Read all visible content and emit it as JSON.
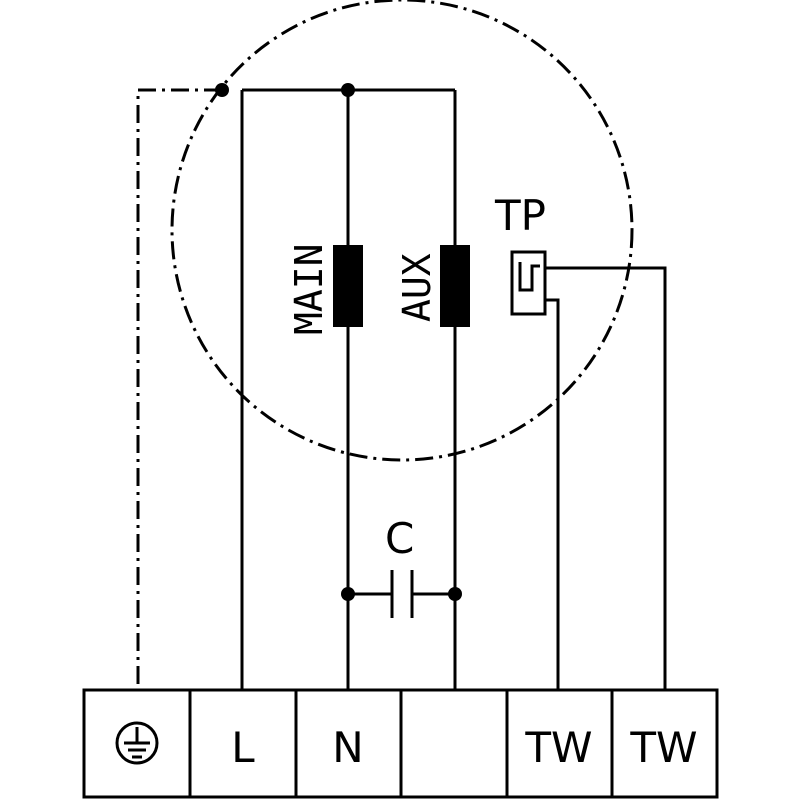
{
  "diagram": {
    "labels": {
      "main": "MAIN",
      "aux": "AUX",
      "thermal_protector": "TP",
      "capacitor": "C"
    },
    "terminals": [
      {
        "id": "ground",
        "label": "",
        "icon": "ground-icon"
      },
      {
        "id": "line",
        "label": "L"
      },
      {
        "id": "neutral",
        "label": "N"
      },
      {
        "id": "blank",
        "label": ""
      },
      {
        "id": "tw1",
        "label": "TW"
      },
      {
        "id": "tw2",
        "label": "TW"
      }
    ]
  }
}
